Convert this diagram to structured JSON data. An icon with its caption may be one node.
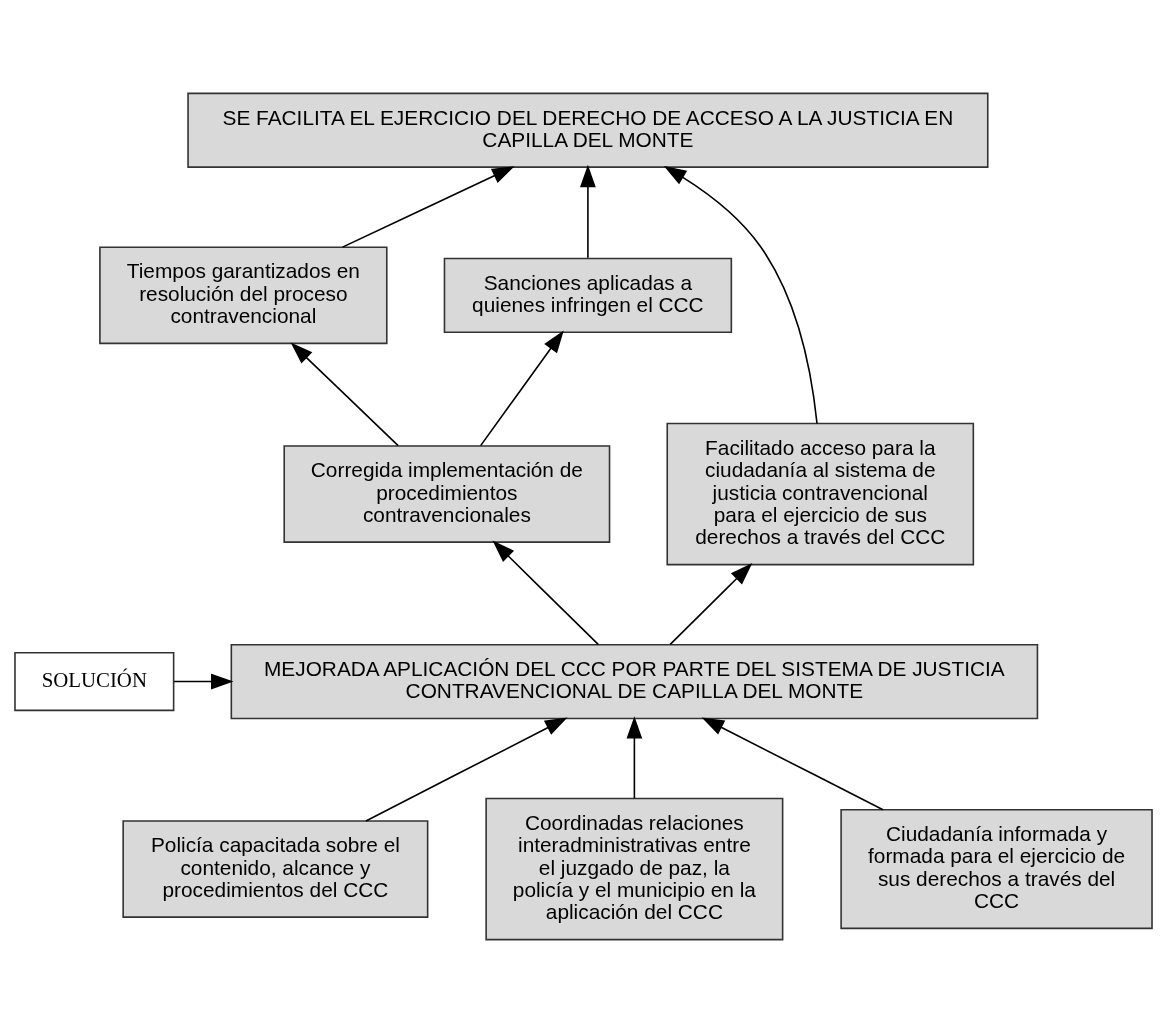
{
  "diagram": {
    "nodes": [
      {
        "text": [
          "SE FACILITA EL EJERCICIO DEL DERECHO DE ACCESO A LA JUSTICIA EN CAPILLA DEL MONTE"
        ]
      },
      {
        "text": [
          "Tiempos garantizados en resolución del proceso contravencional"
        ]
      },
      {
        "text": [
          "Sanciones aplicadas a quienes infringen el CCC"
        ]
      },
      {
        "text": [
          "Corregida implementación de procedimientos contravencionales"
        ]
      },
      {
        "text": [
          "Facilitado acceso para la ciudadanía al sistema de justicia contravencional para el ejercicio de sus derechos a través del CCC"
        ]
      },
      {
        "text": [
          "SOLUCIÓN"
        ]
      },
      {
        "text": [
          "MEJORADA APLICACIÓN DEL CCC POR PARTE DEL SISTEMA DE JUSTICIA CONTRAVENCIONAL DE CAPILLA DEL MONTE"
        ]
      },
      {
        "text": [
          "Policía capacitada sobre el contenido, alcance y procedimientos del CCC"
        ]
      },
      {
        "text": [
          "Coordinadas relaciones interadministrativas entre el juzgado de paz, la policía y el municipio en la aplicación del CCC"
        ]
      },
      {
        "text": [
          "Ciudadanía informada y formada para el ejercicio de sus derechos a través del CCC"
        ]
      }
    ],
    "edges": [
      {
        "from": 1,
        "to": 0,
        "arrow": "to"
      },
      {
        "from": 2,
        "to": 0,
        "arrow": "to"
      },
      {
        "from": 4,
        "to": 0,
        "arrow": "to"
      },
      {
        "from": 3,
        "to": 1,
        "arrow": "to"
      },
      {
        "from": 3,
        "to": 2,
        "arrow": "to"
      },
      {
        "from": 6,
        "to": 3,
        "arrow": "to"
      },
      {
        "from": 6,
        "to": 4,
        "arrow": "to"
      },
      {
        "from": 5,
        "to": 6,
        "arrow": "to"
      },
      {
        "from": 7,
        "to": 6,
        "arrow": "to"
      },
      {
        "from": 8,
        "to": 6,
        "arrow": "to"
      },
      {
        "from": 9,
        "to": 6,
        "arrow": "to"
      }
    ]
  }
}
